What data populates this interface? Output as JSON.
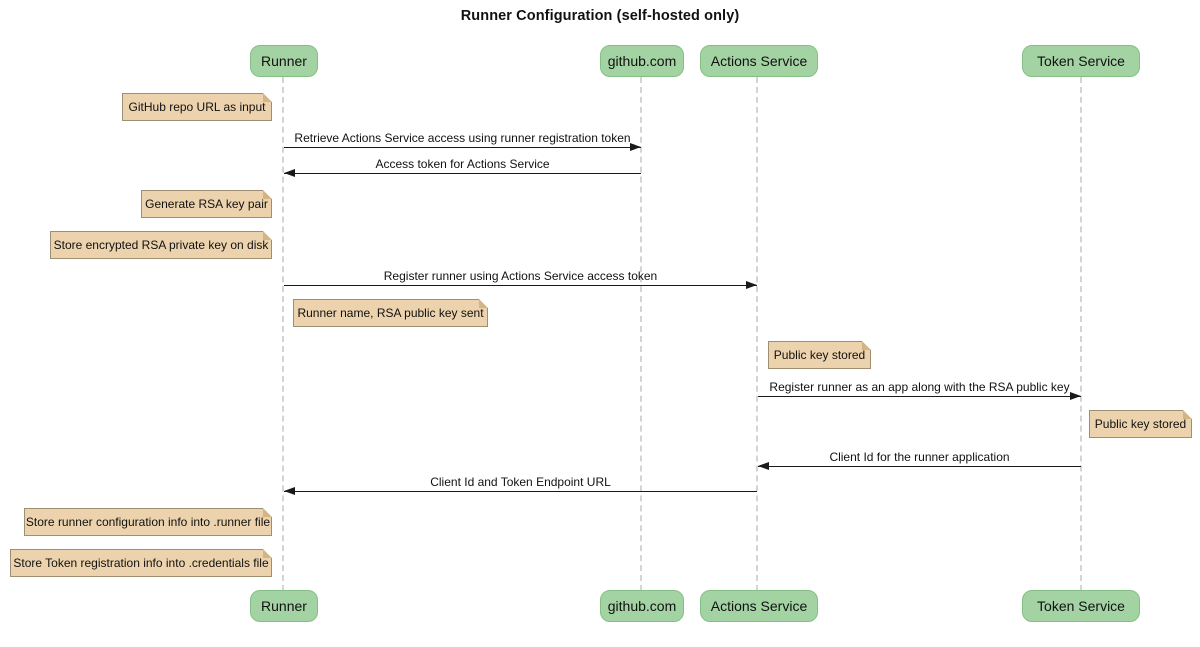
{
  "title": "Runner Configuration (self-hosted only)",
  "diagram_type": "sequence",
  "participants": [
    {
      "name": "Runner"
    },
    {
      "name": "github.com"
    },
    {
      "name": "Actions Service"
    },
    {
      "name": "Token Service"
    }
  ],
  "messages": [
    {
      "from": "Runner",
      "to": "github.com",
      "label": "Retrieve Actions Service access using runner registration token"
    },
    {
      "from": "github.com",
      "to": "Runner",
      "label": "Access token for Actions Service"
    },
    {
      "from": "Runner",
      "to": "Actions Service",
      "label": "Register runner using Actions Service access token"
    },
    {
      "from": "Actions Service",
      "to": "Token Service",
      "label": "Register runner as an app along with the RSA public key"
    },
    {
      "from": "Token Service",
      "to": "Actions Service",
      "label": "Client Id for the runner application"
    },
    {
      "from": "Actions Service",
      "to": "Runner",
      "label": "Client Id and Token Endpoint URL"
    }
  ],
  "notes": [
    {
      "position": "left of Runner",
      "text": "GitHub repo URL as input"
    },
    {
      "position": "left of Runner",
      "text": "Generate RSA key pair"
    },
    {
      "position": "left of Runner",
      "text": "Store encrypted RSA private key on disk"
    },
    {
      "position": "right of Runner",
      "text": "Runner name, RSA public key sent"
    },
    {
      "position": "right of Actions Service",
      "text": "Public key stored"
    },
    {
      "position": "right of Token Service",
      "text": "Public key stored"
    },
    {
      "position": "left of Runner",
      "text": "Store runner configuration info into .runner file"
    },
    {
      "position": "left of Runner",
      "text": "Store Token registration info into .credentials file"
    }
  ],
  "colors": {
    "participant_fill": "#a3d3a3",
    "participant_border": "#84bf84",
    "note_fill": "#ecd3ae",
    "note_border": "#9c8f74",
    "note_fold": "#d3b482",
    "lifeline": "#d4d4d4",
    "message_line": "#1a1a1a",
    "text": "#111111",
    "background": "#ffffff"
  }
}
